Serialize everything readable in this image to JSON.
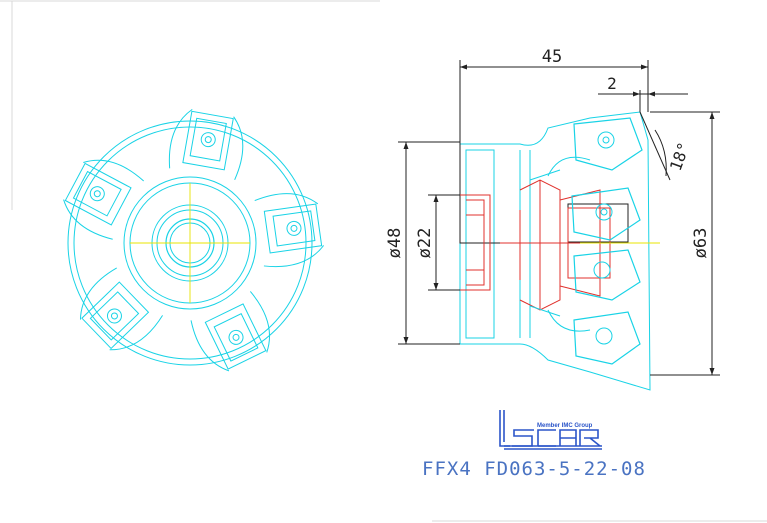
{
  "drawing": {
    "dimensions": {
      "length": "45",
      "offset": "2",
      "angle": "18°",
      "dia_body": "ø48",
      "dia_bore": "ø22",
      "dia_cut": "ø63"
    },
    "member_text": "Member IMC Group",
    "brand_name": "ISCAR",
    "part_number": "FFX4 FD063-5-22-08"
  },
  "colors": {
    "outline": "#19d3e6",
    "section": "#e0302c",
    "centerline": "#e8e400",
    "dimension": "#222222",
    "brand": "#2b55c9"
  }
}
